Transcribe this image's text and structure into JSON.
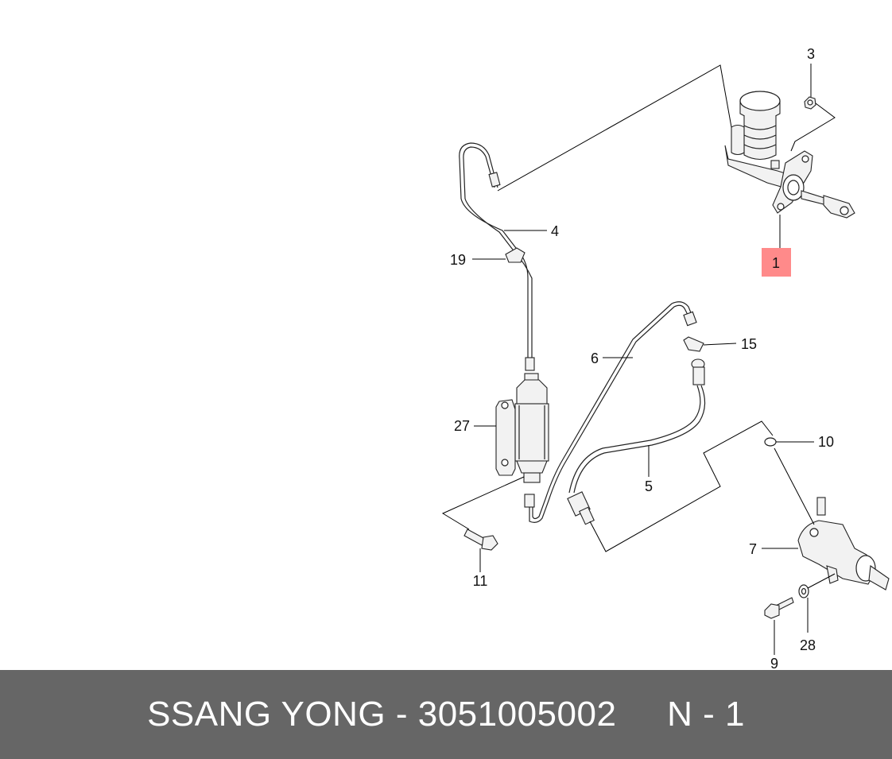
{
  "callouts": {
    "c1": "1",
    "c3": "3",
    "c4": "4",
    "c5": "5",
    "c6": "6",
    "c7": "7",
    "c9": "9",
    "c10": "10",
    "c11": "11",
    "c15": "15",
    "c19": "19",
    "c27": "27",
    "c28": "28"
  },
  "highlight_color": "#ff8a8a",
  "footer": {
    "brand": "SSANG YONG",
    "separator": " - ",
    "part_number": "3051005002",
    "position": "N - 1"
  }
}
